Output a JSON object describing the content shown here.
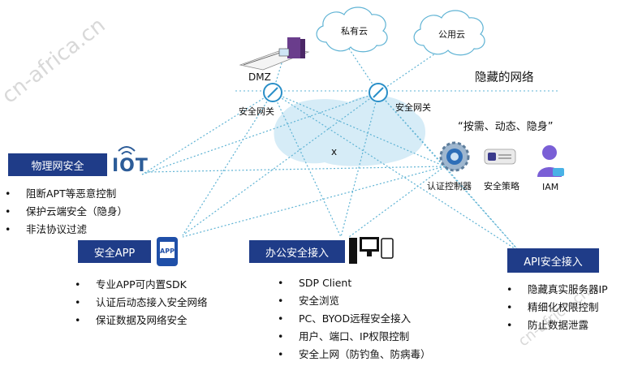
{
  "clouds": {
    "private": "私有云",
    "public": "公用云"
  },
  "dmz": "DMZ",
  "gateway_label": "安全网关",
  "hidden_network": "隐藏的网络",
  "slogan": "“按需、动态、隐身”",
  "center_x": "x",
  "controller": {
    "controller_label": "认证控制器",
    "policy_label": "安全策略",
    "iam_label": "IAM"
  },
  "iot": {
    "title": "物理网安全",
    "icon_text": "IOT",
    "bullets": [
      "阻断APT等恶意控制",
      "保护云端安全（隐身）",
      "非法协议过滤"
    ]
  },
  "app": {
    "title": "安全APP",
    "icon_text": "APP",
    "bullets": [
      "专业APP可内置SDK",
      "认证后动态接入安全网络",
      "保证数据及网络安全"
    ]
  },
  "office": {
    "title": "办公安全接入",
    "bullets": [
      "SDP Client",
      "安全浏览",
      "PC、BYOD远程安全接入",
      " 用户、端口、IP权限控制",
      "安全上网（防钓鱼、防病毒）"
    ]
  },
  "api": {
    "title": "API安全接入",
    "bullets": [
      "隐藏真实服务器IP",
      "精细化权限控制",
      "防止数据泄露"
    ]
  },
  "watermark": "cn-africa.cn",
  "colors": {
    "box": "#1f3c88",
    "line": "#5fb3d4",
    "blob": "#d6ecf7",
    "iot_icon": "#2c5c98"
  }
}
